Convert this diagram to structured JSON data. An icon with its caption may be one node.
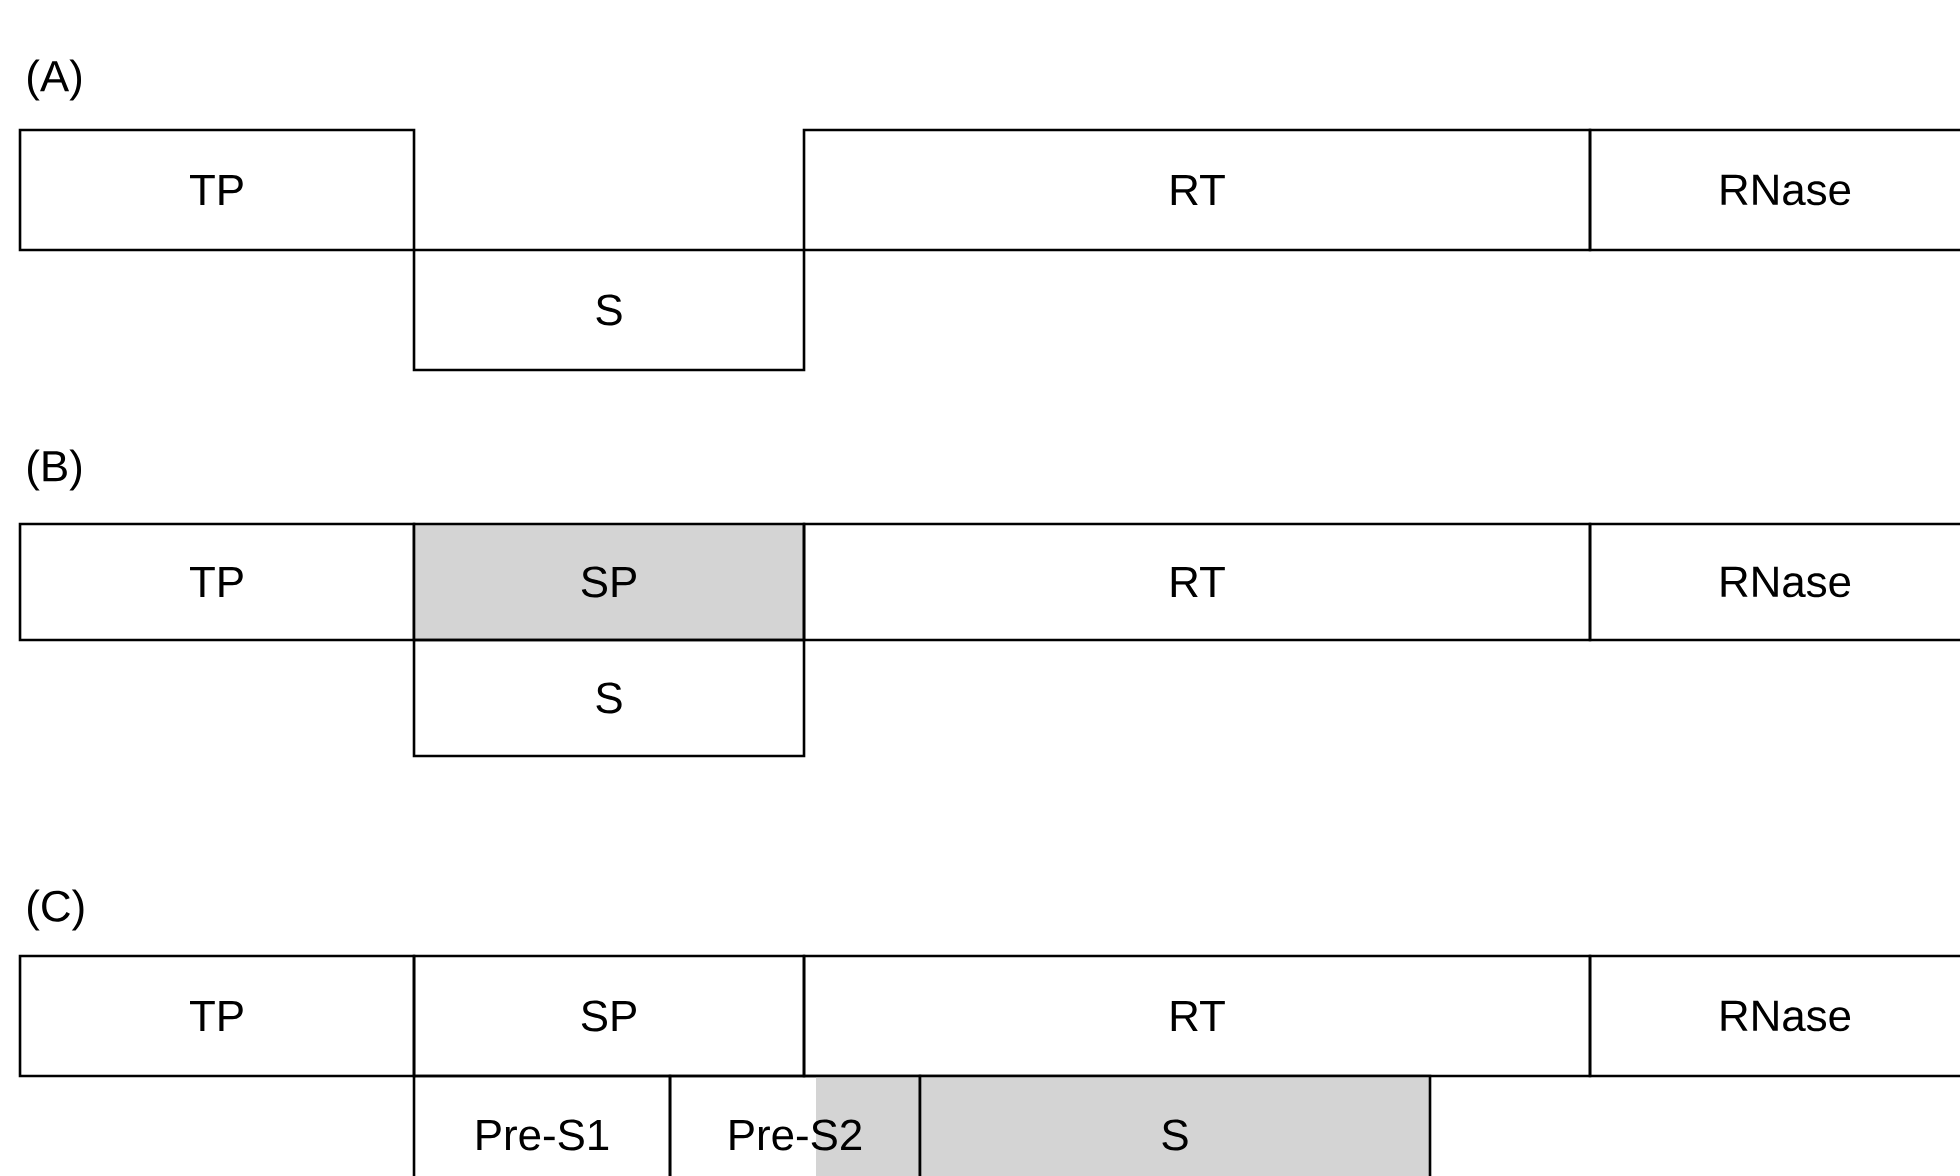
{
  "diagram": {
    "nodes": [
      {
        "text": [
          "TP"
        ]
      },
      {
        "text": [
          "RT"
        ]
      },
      {
        "text": [
          "RNase"
        ]
      },
      {
        "text": [
          "S"
        ]
      },
      {
        "text": [
          "TP"
        ]
      },
      {
        "text": [
          "SP"
        ]
      },
      {
        "text": [
          "RT"
        ]
      },
      {
        "text": [
          "RNase"
        ]
      },
      {
        "text": [
          "S"
        ]
      },
      {
        "text": [
          "TP"
        ]
      },
      {
        "text": [
          "SP"
        ]
      },
      {
        "text": [
          "RT"
        ]
      },
      {
        "text": [
          "RNase"
        ]
      },
      {
        "text": [
          "Pre-S1"
        ]
      },
      {
        "text": [
          "Pre-S2"
        ]
      },
      {
        "text": [
          "S"
        ]
      }
    ],
    "labels": [
      "(A)",
      "(B)",
      "(C)"
    ]
  }
}
